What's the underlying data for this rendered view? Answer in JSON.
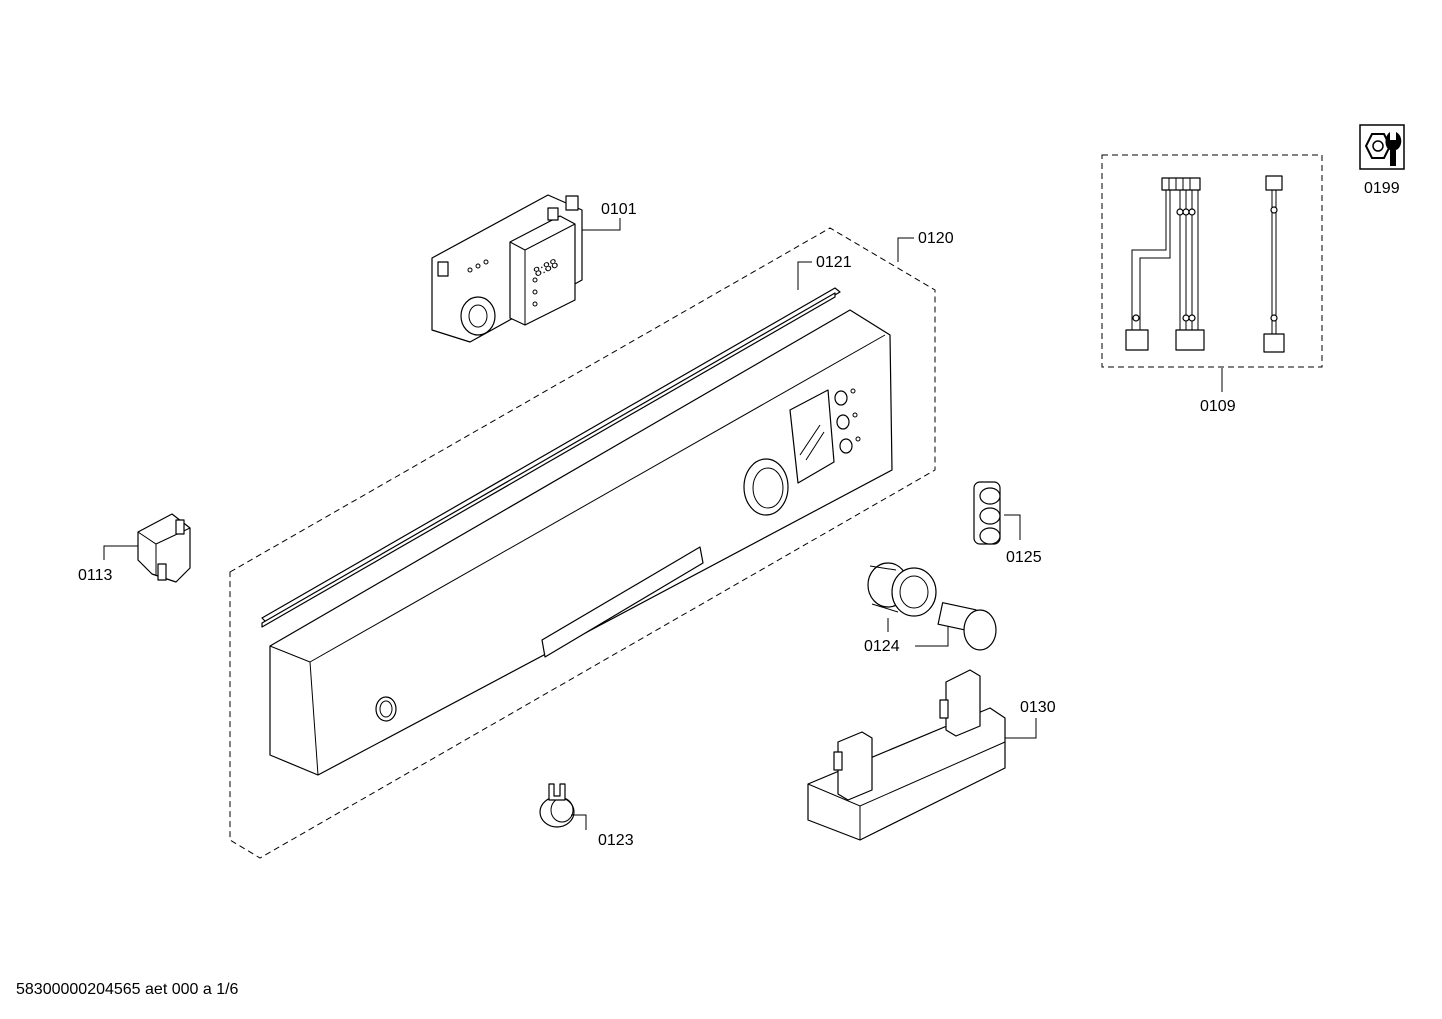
{
  "callouts": {
    "p0101": "0101",
    "p0109": "0109",
    "p0113": "0113",
    "p0120": "0120",
    "p0121": "0121",
    "p0123": "0123",
    "p0124": "0124",
    "p0125": "0125",
    "p0130": "0130",
    "p0199": "0199"
  },
  "control_display": "8:88",
  "footer": "58300000204565 aet 000 a 1/6"
}
